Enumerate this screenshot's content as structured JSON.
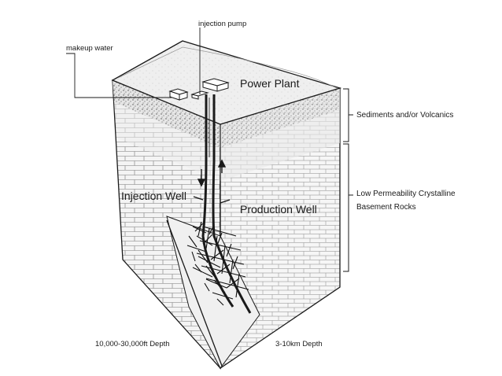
{
  "labels": {
    "injection_pump": "injection pump",
    "makeup_water": "makeup water",
    "power_plant": "Power Plant",
    "sediments": "Sediments and/or Volcanics",
    "basement_line1": "Low Permeability Crystalline",
    "basement_line2": "Basement Rocks",
    "injection_well": "Injection Well",
    "production_well": "Production Well",
    "depth_ft": "10,000-30,000ft Depth",
    "depth_km": "3-10km Depth"
  },
  "colors": {
    "ink": "#1a1a1a",
    "rock_fill": "#f2f2f2",
    "top_fill": "#ececec",
    "sediment_fill": "#dcdcdc"
  }
}
